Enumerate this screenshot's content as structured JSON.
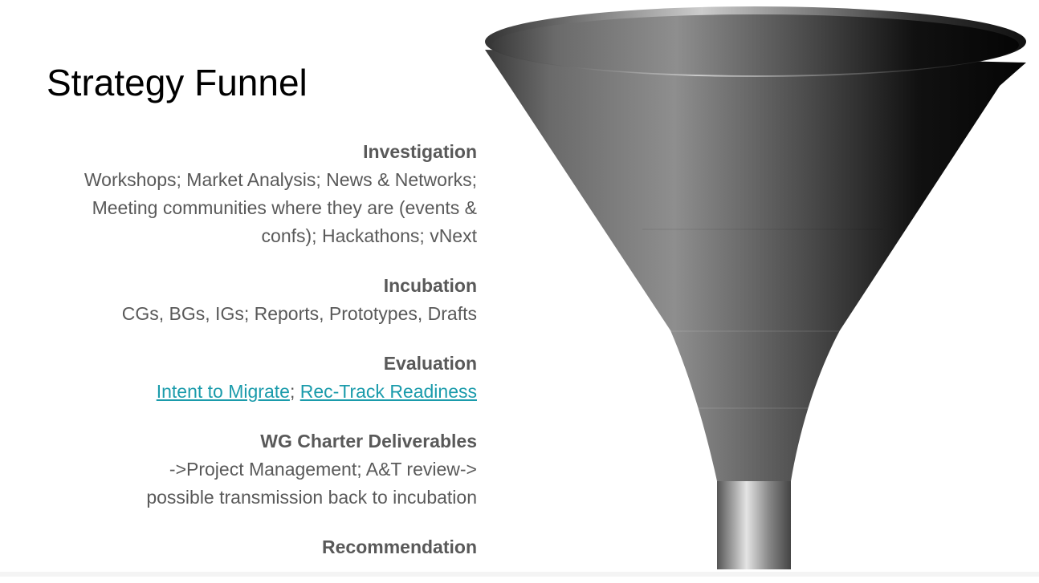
{
  "title": "Strategy Funnel",
  "sections": [
    {
      "heading": "Investigation",
      "lines": [
        "Workshops; Market Analysis; News & Networks;",
        "Meeting communities where they are (events &",
        "confs); Hackathons; vNext"
      ]
    },
    {
      "heading": "Incubation",
      "lines": [
        "CGs, BGs, IGs; Reports, Prototypes, Drafts"
      ]
    },
    {
      "heading": "Evaluation",
      "links": [
        "Intent to Migrate",
        "Rec-Track Readiness"
      ],
      "separator": ";"
    },
    {
      "heading": "WG Charter Deliverables",
      "lines": [
        "->Project Management; A&T review->",
        "possible transmission back to incubation"
      ]
    },
    {
      "heading": "Recommendation"
    }
  ],
  "colors": {
    "text": "#595959",
    "link": "#1a9bab"
  }
}
